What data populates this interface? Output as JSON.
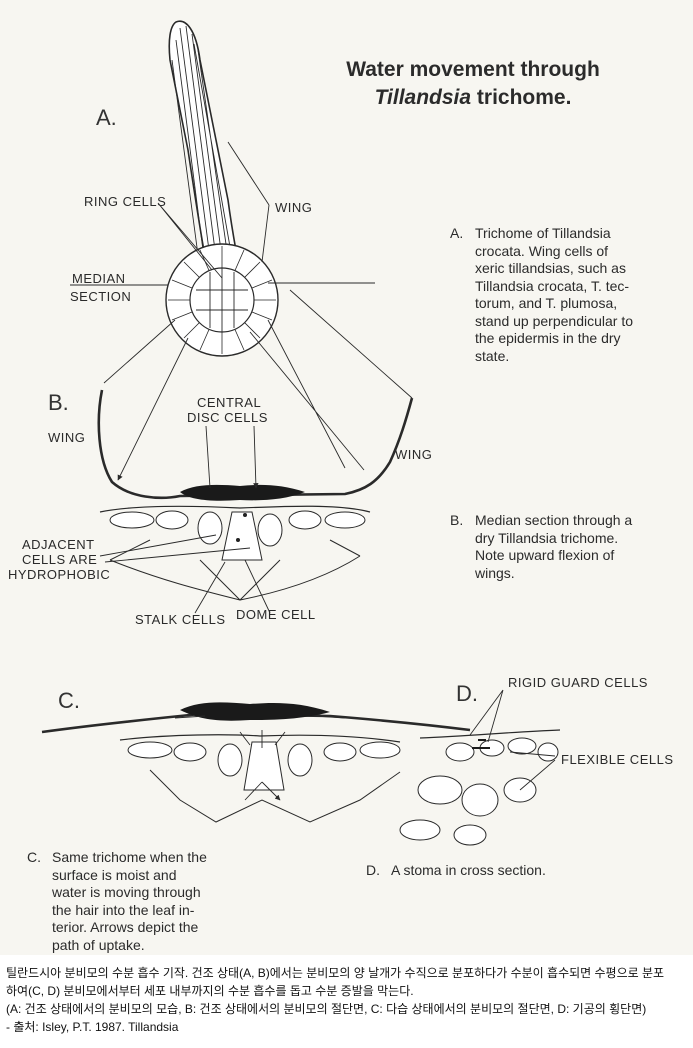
{
  "title": {
    "line1": "Water movement through",
    "line2_species": "Tillandsia",
    "line2_rest": " trichome."
  },
  "panel_letters": {
    "a": "A.",
    "b": "B.",
    "c": "C.",
    "d": "D."
  },
  "labels": {
    "ring_cells": "RING CELLS",
    "wing_a": "WING",
    "median": "MEDIAN",
    "section": "SECTION",
    "central_disc_1": "CENTRAL",
    "central_disc_2": "DISC CELLS",
    "wing_b_left": "WING",
    "wing_b_right": "WING",
    "adjacent_1": "ADJACENT",
    "adjacent_2": "CELLS ARE",
    "adjacent_3": "HYDROPHOBIC",
    "stalk_cells": "STALK CELLS",
    "dome_cell": "DOME CELL",
    "rigid_guard": "RIGID GUARD CELLS",
    "flexible": "FLEXIBLE CELLS"
  },
  "descriptions": {
    "a": {
      "key": "A.",
      "lines": [
        "Trichome of Tillandsia",
        "crocata. Wing cells of",
        "xeric tillandsias, such as",
        "Tillandsia crocata, T. tec-",
        "torum, and T. plumosa,",
        "stand up perpendicular to",
        "the epidermis in the dry",
        "state."
      ]
    },
    "b": {
      "key": "B.",
      "lines": [
        "Median section through a",
        "dry Tillandsia trichome.",
        "Note upward flexion of",
        "wings."
      ]
    },
    "c": {
      "key": "C.",
      "lines": [
        "Same trichome when the",
        "surface is moist and",
        "water is moving through",
        "the hair into the leaf in-",
        "terior. Arrows depict the",
        "path of uptake."
      ]
    },
    "d": {
      "key": "D.",
      "lines": [
        "A stoma in cross section."
      ]
    }
  },
  "caption": {
    "line1": "틸란드시아 분비모의 수분 흡수 기작. 건조 상태(A, B)에서는 분비모의 양 날개가 수직으로 분포하다가 수분이 흡수되면 수평으로 분포",
    "line2": "하여(C, D) 분비모에서부터 세포 내부까지의 수분 흡수를 돕고 수분 증발을 막는다.",
    "line3": "(A: 건조 상태에서의 분비모의 모습, B: 건조 상태에서의 분비모의 절단면, C: 다습 상태에서의 분비모의 절단면, D: 기공의 횡단면)",
    "line4": "- 출처: Isley, P.T. 1987. Tillandsia"
  }
}
